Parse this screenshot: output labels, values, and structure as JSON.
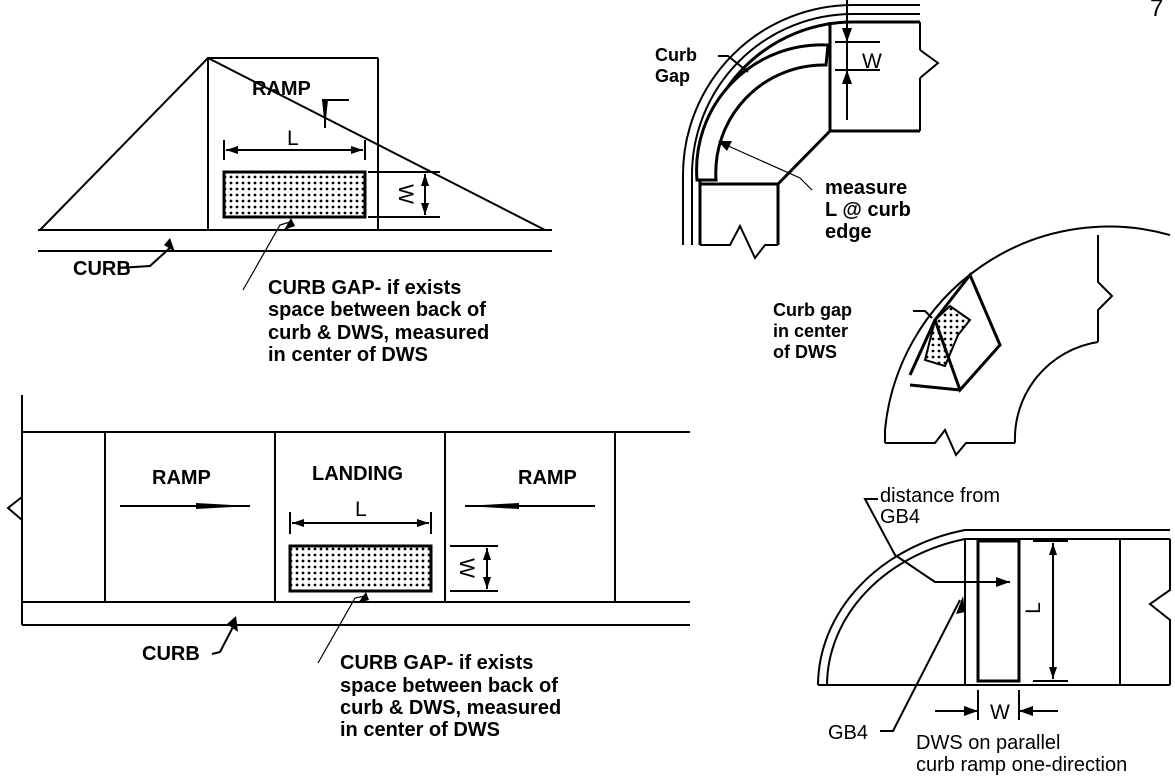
{
  "page_number": "7",
  "top_left": {
    "ramp_label": "RAMP",
    "length_label": "L",
    "width_label": "W",
    "curb_label": "CURB",
    "note_lines": [
      "CURB  GAP- if exists",
      "space  between  back of",
      "curb  &  DWS, measured",
      "in  center of DWS"
    ]
  },
  "bottom_left": {
    "ramp_left_label": "RAMP",
    "landing_label": "LANDING",
    "ramp_right_label": "RAMP",
    "length_label": "L",
    "width_label": "W",
    "curb_label": "CURB",
    "note_lines": [
      "CURB  GAP- if exists",
      "space  between  back of",
      "curb  &  DWS, measured",
      "in  center of DWS"
    ]
  },
  "top_right": {
    "curb_gap_lines": [
      "Curb",
      "Gap"
    ],
    "width_label": "W",
    "measure_lines": [
      "measure",
      "L  @   curb",
      "edge"
    ]
  },
  "middle_right": {
    "curb_gap_lines": [
      "Curb gap",
      "in  center",
      "of DWS"
    ]
  },
  "bottom_right": {
    "distance_lines": [
      "distance  from",
      "GB4"
    ],
    "length_label": "L",
    "width_label": "W",
    "gb4_label": "GB4",
    "caption_lines": [
      "DWS  on  parallel",
      "curb  ramp one-direction"
    ]
  }
}
